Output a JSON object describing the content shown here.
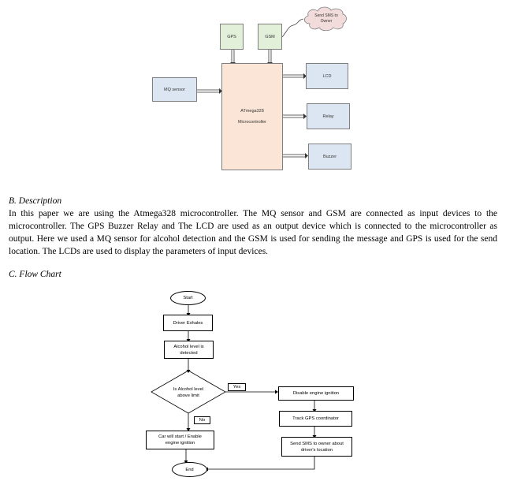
{
  "block_diagram": {
    "gps": "GPS",
    "gsm": "GSM",
    "cloud": "Send SMS to Owner",
    "mq_sensor": "MQ sensor",
    "mcu_line1": "ATmega328",
    "mcu_line2": "Microcontroller",
    "lcd": "LCD",
    "relay": "Relay",
    "buzzer": "Buzzer"
  },
  "description": {
    "heading": "B.   Description",
    "paragraph": "In this paper we are using the Atmega328 microcontroller. The MQ sensor and GSM are connected as input devices to the microcontroller. The GPS Buzzer Relay and The LCD are used as an output device which is connected to the microcontroller as output. Here we used a MQ sensor for alcohol detection and the GSM is used for sending the message and GPS is used for the send location. The LCDs are used to display the parameters of input devices."
  },
  "flow_chart": {
    "heading": "C.   Flow Chart",
    "start": "Start",
    "driver_exhales": "Driver Exhales",
    "alcohol_detected": "Alcohol level is detected",
    "decision": "Is Alcohol level above limit",
    "yes": "Yes",
    "no": "No",
    "disable_ignition": "Disable engine ignition",
    "track_gps": "Track GPS coordinator",
    "send_sms": "Send SMS to owner about driver's location",
    "car_start": "Car will start / Enable engine ignition",
    "end": "End"
  }
}
